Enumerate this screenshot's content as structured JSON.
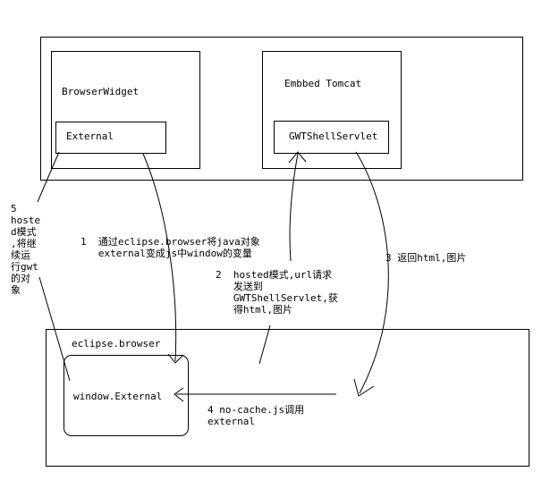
{
  "boxes": {
    "browser_widget": "BrowserWidget",
    "external": "External",
    "embedded_tomcat": "Embbed Tomcat",
    "gwt_shell_servlet": "GWTShellServlet",
    "eclipse_browser": "eclipse.browser",
    "window_external": "window.External"
  },
  "steps": {
    "step1": "1  通过eclipse.browser将java对象\n   external变成js中window的变量",
    "step2": "2  hosted模式,url请求\n   发送到\n   GWTShellServlet,获\n   得html,图片",
    "step3": "3 返回html,图片",
    "step4": "4 no-cache.js调用\nexternal",
    "step5": "5\nhoste\nd模式\n,将继\n续运\n行gwt\n的对\n象"
  },
  "colors": {
    "line": "#000000",
    "background": "#ffffff"
  }
}
